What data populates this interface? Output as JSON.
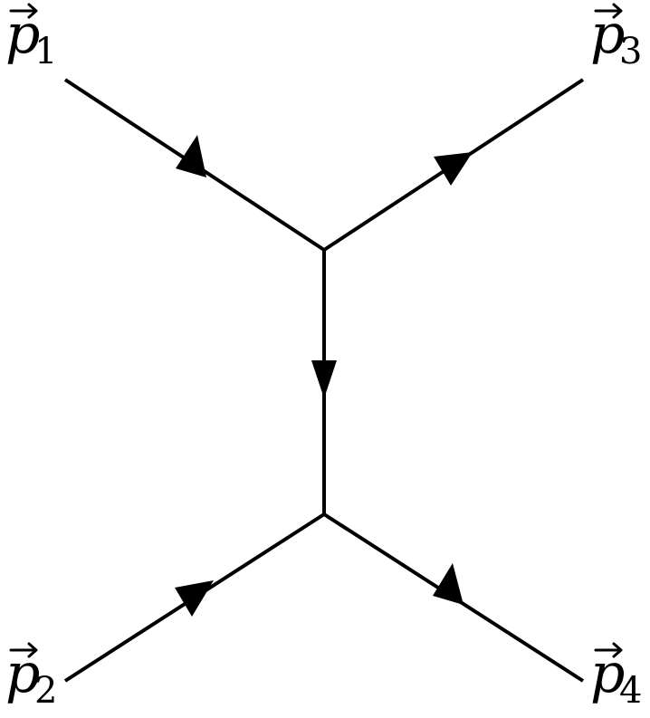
{
  "labels": {
    "p1": {
      "symbol": "p",
      "sub": "1"
    },
    "p2": {
      "symbol": "p",
      "sub": "2"
    },
    "p3": {
      "symbol": "p",
      "sub": "3"
    },
    "p4": {
      "symbol": "p",
      "sub": "4"
    }
  }
}
